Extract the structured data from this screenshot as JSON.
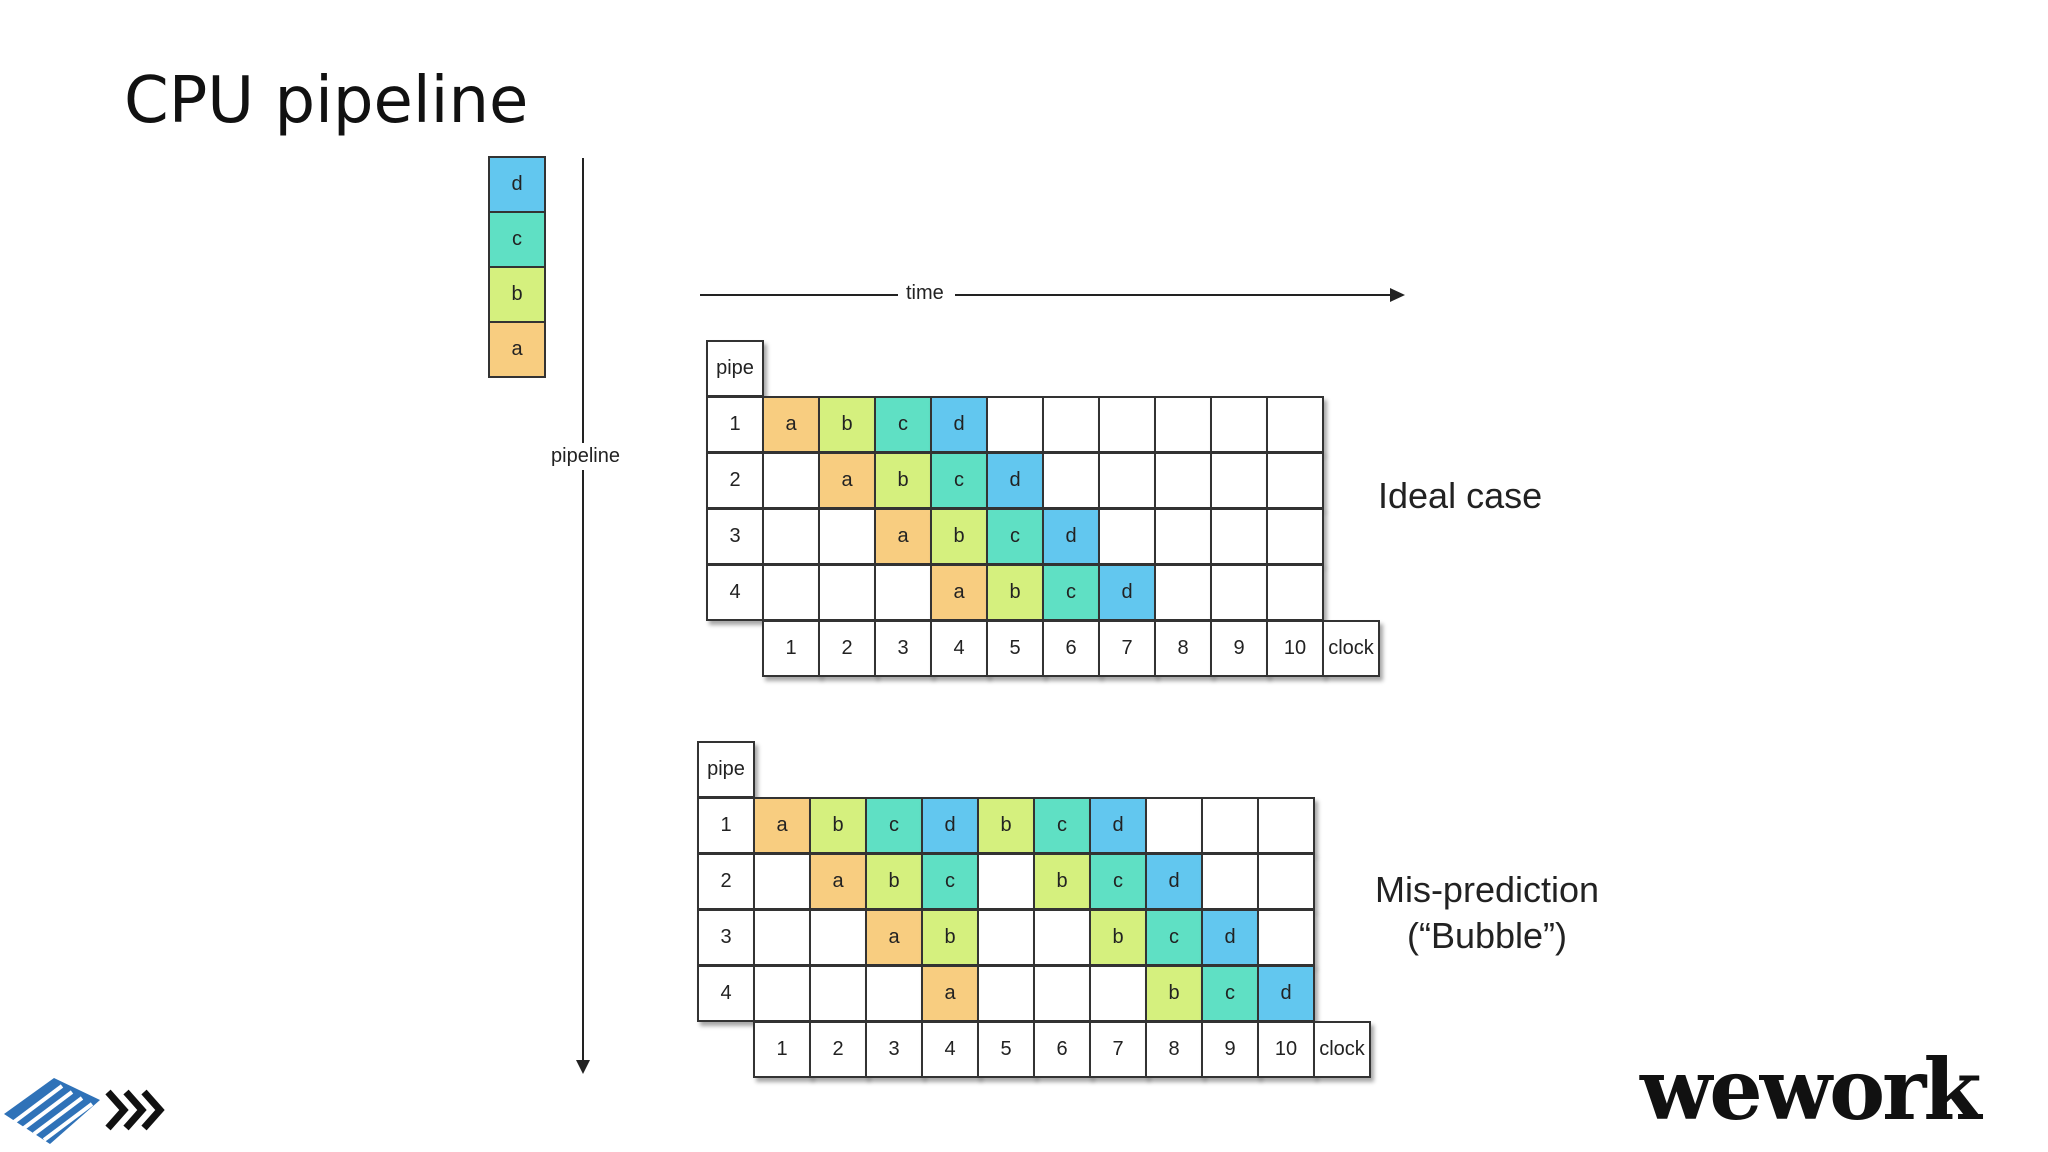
{
  "title": "CPU pipeline",
  "stack": [
    {
      "label": "d",
      "color": "#62c7ef"
    },
    {
      "label": "c",
      "color": "#5fe0c4"
    },
    {
      "label": "b",
      "color": "#d5f07e"
    },
    {
      "label": "a",
      "color": "#f8cd80"
    }
  ],
  "axes": {
    "time": "time",
    "pipeline": "pipeline"
  },
  "colors": {
    "a": "#f8cd80",
    "b": "#d5f07e",
    "c": "#5fe0c4",
    "d": "#62c7ef",
    "empty": "#ffffff"
  },
  "ideal": {
    "label": "Ideal case",
    "pipe_header": "pipe",
    "clock_label": "clock",
    "pipes": [
      "1",
      "2",
      "3",
      "4"
    ],
    "clock": [
      "1",
      "2",
      "3",
      "4",
      "5",
      "6",
      "7",
      "8",
      "9",
      "10"
    ],
    "rows": [
      [
        "a",
        "b",
        "c",
        "d",
        "",
        "",
        "",
        "",
        "",
        ""
      ],
      [
        "",
        "a",
        "b",
        "c",
        "d",
        "",
        "",
        "",
        "",
        ""
      ],
      [
        "",
        "",
        "a",
        "b",
        "c",
        "d",
        "",
        "",
        "",
        ""
      ],
      [
        "",
        "",
        "",
        "a",
        "b",
        "c",
        "d",
        "",
        "",
        ""
      ]
    ]
  },
  "bubble": {
    "label_line1": "Mis-prediction",
    "label_line2": "(“Bubble”)",
    "pipe_header": "pipe",
    "clock_label": "clock",
    "pipes": [
      "1",
      "2",
      "3",
      "4"
    ],
    "clock": [
      "1",
      "2",
      "3",
      "4",
      "5",
      "6",
      "7",
      "8",
      "9",
      "10"
    ],
    "rows": [
      [
        "a",
        "b",
        "c",
        "d",
        "b",
        "c",
        "d",
        "",
        "",
        ""
      ],
      [
        "",
        "a",
        "b",
        "c",
        "",
        "b",
        "c",
        "d",
        "",
        ""
      ],
      [
        "",
        "",
        "a",
        "b",
        "",
        "",
        "b",
        "c",
        "d",
        ""
      ],
      [
        "",
        "",
        "",
        "a",
        "",
        "",
        "",
        "b",
        "c",
        "d"
      ]
    ]
  },
  "logos": {
    "right": "wework",
    "left": "pipeline-chevrons-logo"
  }
}
